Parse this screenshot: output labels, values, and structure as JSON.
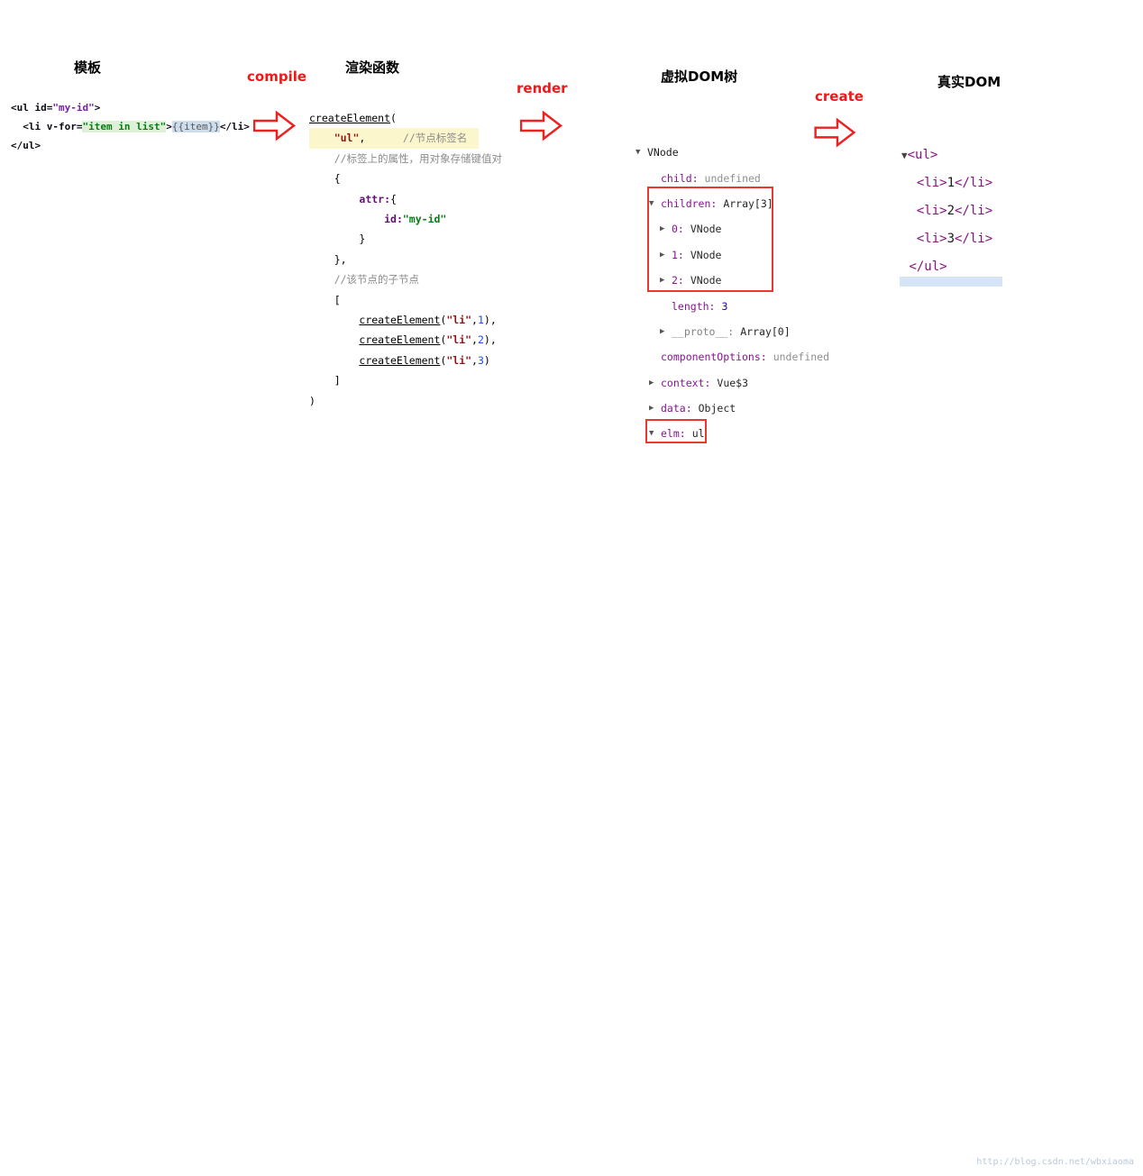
{
  "titles": {
    "template": "模板",
    "render_fn": "渲染函数",
    "vdom": "虚拟DOM树",
    "real_dom": "真实DOM"
  },
  "arrows": {
    "compile": "compile",
    "render": "render",
    "create": "create"
  },
  "template_code": {
    "lines": [
      {
        "segs": [
          {
            "t": "<ul id=",
            "c": "t-tag"
          },
          {
            "t": "\"my-id\"",
            "c": "t-val"
          },
          {
            "t": ">",
            "c": "t-tag"
          }
        ]
      },
      {
        "segs": [
          {
            "t": "  "
          },
          {
            "t": "<li v-for=",
            "c": "t-tag"
          },
          {
            "t": "\"item in list\"",
            "c": "t-hl-green"
          },
          {
            "t": ">",
            "c": "t-tag"
          },
          {
            "t": "{{item}}",
            "c": "t-sel"
          },
          {
            "t": "</li>",
            "c": "t-tag"
          }
        ]
      },
      {
        "segs": [
          {
            "t": "</ul>",
            "c": "t-tag"
          }
        ]
      }
    ]
  },
  "render_code": {
    "lines": [
      {
        "segs": [
          {
            "t": "createElement",
            "c": "r-fn"
          },
          {
            "t": "("
          }
        ]
      },
      {
        "hl": true,
        "segs": [
          {
            "t": "    "
          },
          {
            "t": "\"ul\"",
            "c": "r-str"
          },
          {
            "t": ","
          },
          {
            "t": "      "
          },
          {
            "t": "//节点标签名",
            "c": "r-com"
          }
        ]
      },
      {
        "segs": [
          {
            "t": "    "
          },
          {
            "t": "//标签上的属性，用对象存储键值对",
            "c": "r-com"
          }
        ]
      },
      {
        "segs": [
          {
            "t": "    {"
          }
        ]
      },
      {
        "segs": [
          {
            "t": "        "
          },
          {
            "t": "attr:",
            "c": "r-key"
          },
          {
            "t": "{"
          }
        ]
      },
      {
        "segs": [
          {
            "t": "            "
          },
          {
            "t": "id:",
            "c": "r-key"
          },
          {
            "t": "\"my-id\"",
            "c": "r-green"
          }
        ]
      },
      {
        "segs": [
          {
            "t": "        }"
          }
        ]
      },
      {
        "segs": [
          {
            "t": "    },"
          }
        ]
      },
      {
        "segs": [
          {
            "t": "    "
          },
          {
            "t": "//该节点的子节点",
            "c": "r-com"
          }
        ]
      },
      {
        "segs": [
          {
            "t": "    ["
          }
        ]
      },
      {
        "segs": [
          {
            "t": "        "
          },
          {
            "t": "createElement",
            "c": "r-fn"
          },
          {
            "t": "("
          },
          {
            "t": "\"li\"",
            "c": "r-str"
          },
          {
            "t": ","
          },
          {
            "t": "1",
            "c": "r-num"
          },
          {
            "t": "),"
          }
        ]
      },
      {
        "segs": [
          {
            "t": "        "
          },
          {
            "t": "createElement",
            "c": "r-fn"
          },
          {
            "t": "("
          },
          {
            "t": "\"li\"",
            "c": "r-str"
          },
          {
            "t": ","
          },
          {
            "t": "2",
            "c": "r-num"
          },
          {
            "t": "),"
          }
        ]
      },
      {
        "segs": [
          {
            "t": "        "
          },
          {
            "t": "createElement",
            "c": "r-fn"
          },
          {
            "t": "("
          },
          {
            "t": "\"li\"",
            "c": "r-str"
          },
          {
            "t": ","
          },
          {
            "t": "3",
            "c": "r-num"
          },
          {
            "t": ")"
          }
        ]
      },
      {
        "segs": [
          {
            "t": "    ]"
          }
        ]
      },
      {
        "segs": [
          {
            "t": ")"
          }
        ]
      }
    ]
  },
  "vdom_tree": {
    "rows": [
      {
        "indent": 0,
        "arrow": "▼",
        "key": "VNode",
        "key_c": "obj",
        "value": "",
        "val_c": ""
      },
      {
        "indent": 1,
        "arrow": "",
        "key": "child:",
        "key_c": "key",
        "value": "undefined",
        "val_c": "undef"
      },
      {
        "indent": 1,
        "arrow": "▼",
        "key": "children:",
        "key_c": "key",
        "value": "Array[3]",
        "val_c": "plain"
      },
      {
        "indent": 2,
        "arrow": "▶",
        "key": "0:",
        "key_c": "key",
        "value": "VNode",
        "val_c": "plain"
      },
      {
        "indent": 2,
        "arrow": "▶",
        "key": "1:",
        "key_c": "key",
        "value": "VNode",
        "val_c": "plain"
      },
      {
        "indent": 2,
        "arrow": "▶",
        "key": "2:",
        "key_c": "key",
        "value": "VNode",
        "val_c": "plain"
      },
      {
        "indent": 2,
        "arrow": "",
        "key": "length:",
        "key_c": "key",
        "value": "3",
        "val_c": "num"
      },
      {
        "indent": 2,
        "arrow": "▶",
        "key": "__proto__:",
        "key_c": "proto",
        "value": "Array[0]",
        "val_c": "plain"
      },
      {
        "indent": 1,
        "arrow": "",
        "key": "componentOptions:",
        "key_c": "key",
        "value": "undefined",
        "val_c": "undef"
      },
      {
        "indent": 1,
        "arrow": "▶",
        "key": "context:",
        "key_c": "key",
        "value": "Vue$3",
        "val_c": "plain"
      },
      {
        "indent": 1,
        "arrow": "▶",
        "key": "data:",
        "key_c": "key",
        "value": "Object",
        "val_c": "plain"
      },
      {
        "indent": 1,
        "arrow": "▼",
        "key": "elm:",
        "key_c": "key",
        "value": "ul",
        "val_c": "plain"
      }
    ]
  },
  "real_dom": {
    "lines": [
      {
        "segs": [
          {
            "t": "▼",
            "c": "d-tri"
          },
          {
            "t": "<ul>",
            "c": "d-tag"
          }
        ]
      },
      {
        "segs": [
          {
            "t": "  "
          },
          {
            "t": "<li>",
            "c": "d-tag"
          },
          {
            "t": "1",
            "c": "d-txt"
          },
          {
            "t": "</li>",
            "c": "d-tag"
          }
        ]
      },
      {
        "segs": [
          {
            "t": "  "
          },
          {
            "t": "<li>",
            "c": "d-tag"
          },
          {
            "t": "2",
            "c": "d-txt"
          },
          {
            "t": "</li>",
            "c": "d-tag"
          }
        ]
      },
      {
        "segs": [
          {
            "t": "  "
          },
          {
            "t": "<li>",
            "c": "d-tag"
          },
          {
            "t": "3",
            "c": "d-txt"
          },
          {
            "t": "</li>",
            "c": "d-tag"
          }
        ]
      },
      {
        "segs": [
          {
            "t": " "
          },
          {
            "t": "</ul>",
            "c": "d-tag"
          }
        ]
      }
    ]
  },
  "watermark": "http://blog.csdn.net/wbxiaoma",
  "colors": {
    "accent_red": "#f01818",
    "devtools_key_purple": "#881391",
    "devtools_tag_purple": "#881280",
    "string_green": "#067d17",
    "highlight_yellow": "#fcf6cd"
  }
}
